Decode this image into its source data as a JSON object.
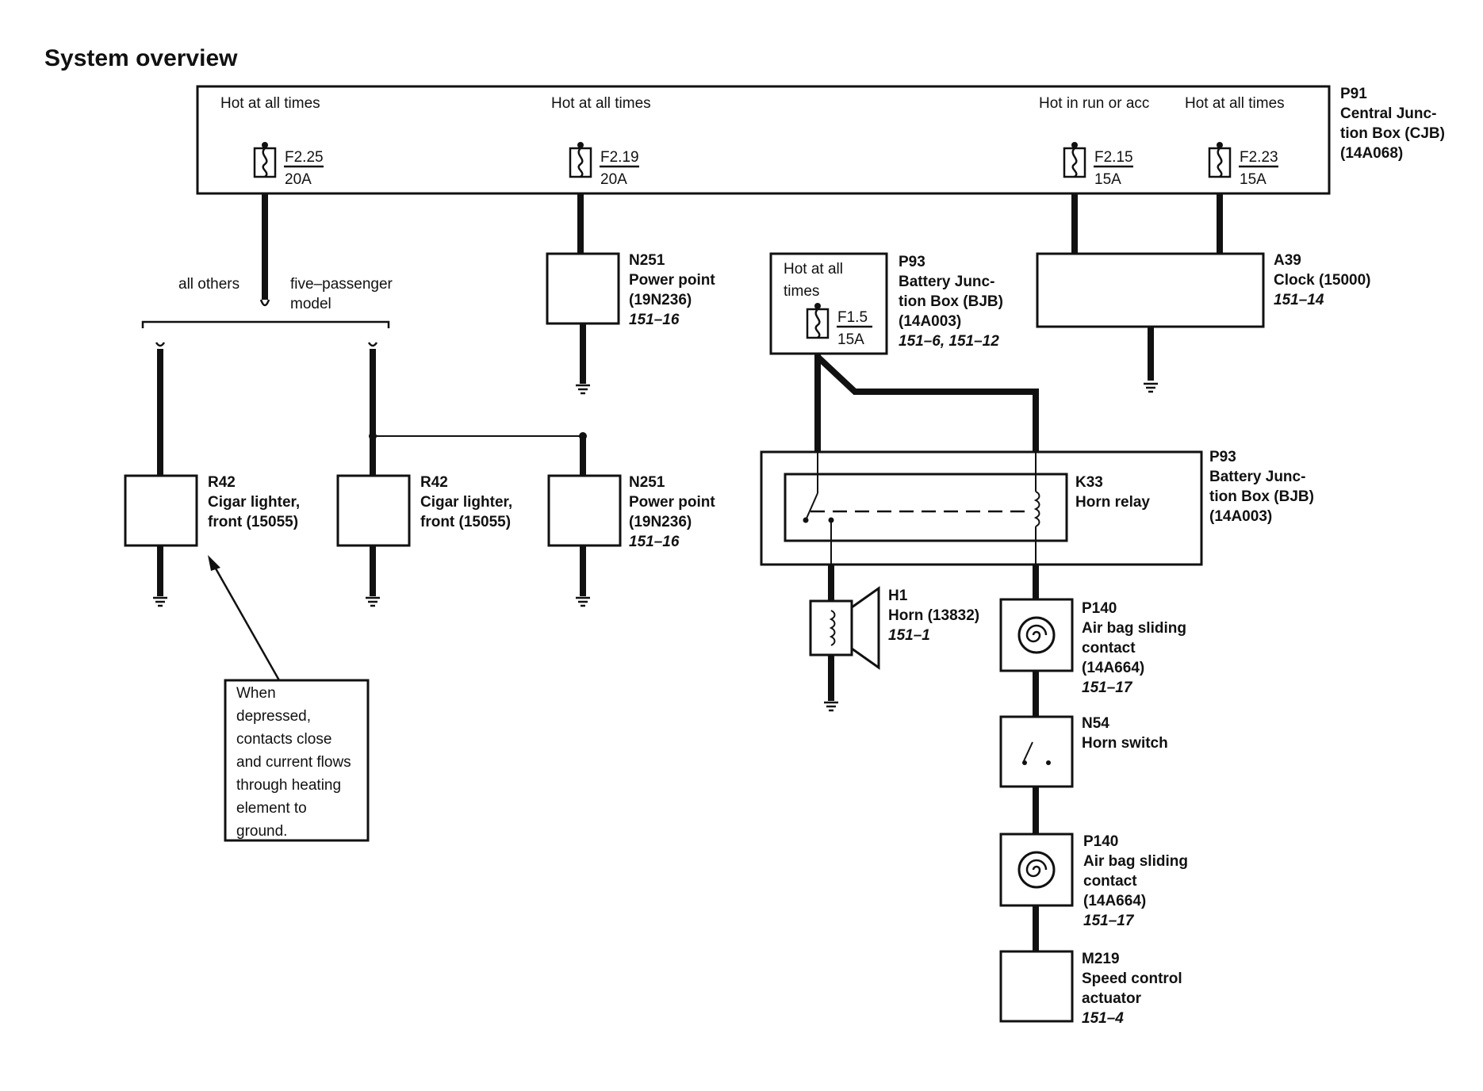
{
  "title": "System overview",
  "cjb": {
    "feeds": [
      "Hot at all times",
      "Hot at all times",
      "Hot in run or acc",
      "Hot at all times"
    ],
    "fuses": [
      {
        "name": "F2.25",
        "rating": "20A"
      },
      {
        "name": "F2.19",
        "rating": "20A"
      },
      {
        "name": "F2.15",
        "rating": "15A"
      },
      {
        "name": "F2.23",
        "rating": "15A"
      }
    ],
    "label": [
      "P91",
      "Central Junc-",
      "tion Box (CJB)",
      "(14A068)"
    ]
  },
  "branch": {
    "left": "all others",
    "right": [
      "five–passenger",
      "model"
    ]
  },
  "bjb_top": {
    "feed": [
      "Hot at all",
      "times"
    ],
    "fuse": {
      "name": "F1.5",
      "rating": "15A"
    },
    "label": [
      "P93",
      "Battery Junc-",
      "tion Box (BJB)",
      "(14A003)"
    ],
    "ref": "151–6, 151–12"
  },
  "bjb_relay_box": {
    "label": [
      "P93",
      "Battery Junc-",
      "tion Box (BJB)",
      "(14A003)"
    ]
  },
  "components": {
    "power_point_top": {
      "id": "N251",
      "name": "Power point",
      "part": "(19N236)",
      "ref": "151–16"
    },
    "power_point_bottom": {
      "id": "N251",
      "name": "Power point",
      "part": "(19N236)",
      "ref": "151–16"
    },
    "clock": {
      "id": "A39",
      "name": "Clock (15000)",
      "ref": "151–14"
    },
    "cigar_left": {
      "id": "R42",
      "name": "Cigar lighter,",
      "part": "front (15055)"
    },
    "cigar_right": {
      "id": "R42",
      "name": "Cigar lighter,",
      "part": "front (15055)"
    },
    "horn_relay": {
      "id": "K33",
      "name": "Horn relay"
    },
    "horn": {
      "id": "H1",
      "name": "Horn (13832)",
      "ref": "151–1"
    },
    "sliding_contact_top": {
      "id": "P140",
      "name": "Air bag sliding",
      "name2": "contact",
      "part": "(14A664)",
      "ref": "151–17"
    },
    "horn_switch": {
      "id": "N54",
      "name": "Horn switch"
    },
    "sliding_contact_bottom": {
      "id": "P140",
      "name": "Air bag sliding",
      "name2": "contact",
      "part": "(14A664)",
      "ref": "151–17"
    },
    "speed_control": {
      "id": "M219",
      "name": "Speed control",
      "name2": "actuator",
      "ref": "151–4"
    }
  },
  "note": [
    "When",
    "depressed,",
    "contacts close",
    "and current flows",
    "through heating",
    "element to",
    "ground."
  ]
}
